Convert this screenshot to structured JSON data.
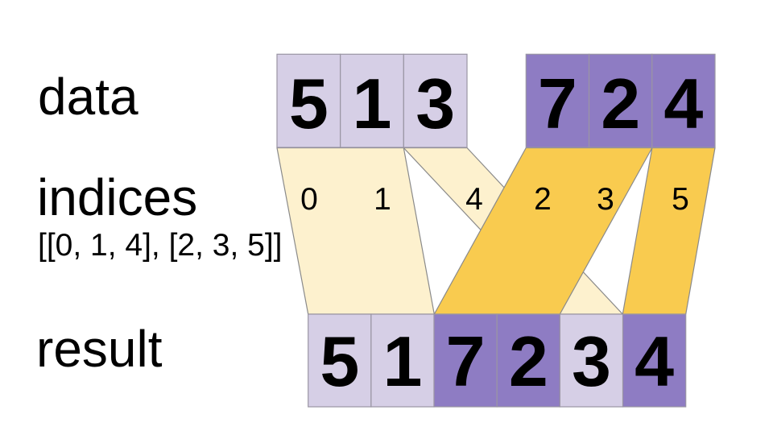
{
  "labels": {
    "data": "data",
    "indices": "indices",
    "indices_literal": "[[0, 1, 4], [2, 3, 5]]",
    "result": "result"
  },
  "data_row": {
    "group1": {
      "values": [
        "5",
        "1",
        "3"
      ],
      "color_key": "lavender"
    },
    "group2": {
      "values": [
        "7",
        "2",
        "4"
      ],
      "color_key": "purple"
    }
  },
  "indices_row": {
    "values": [
      "0",
      "1",
      "4",
      "2",
      "3",
      "5"
    ],
    "group1_band_color_key": "cream",
    "group2_band_color_key": "gold"
  },
  "result_row": {
    "values": [
      "5",
      "1",
      "7",
      "2",
      "3",
      "4"
    ],
    "source_groups": [
      1,
      1,
      2,
      2,
      1,
      2
    ]
  },
  "colors": {
    "lavender": "#d6cfe6",
    "purple": "#8e7cc3",
    "cream": "#fdf1ce",
    "gold": "#f9cb4f",
    "cell-stroke": "#9a95a4",
    "band-stroke": "#8a8a8a",
    "text": "#000000",
    "background": "#ffffff"
  }
}
